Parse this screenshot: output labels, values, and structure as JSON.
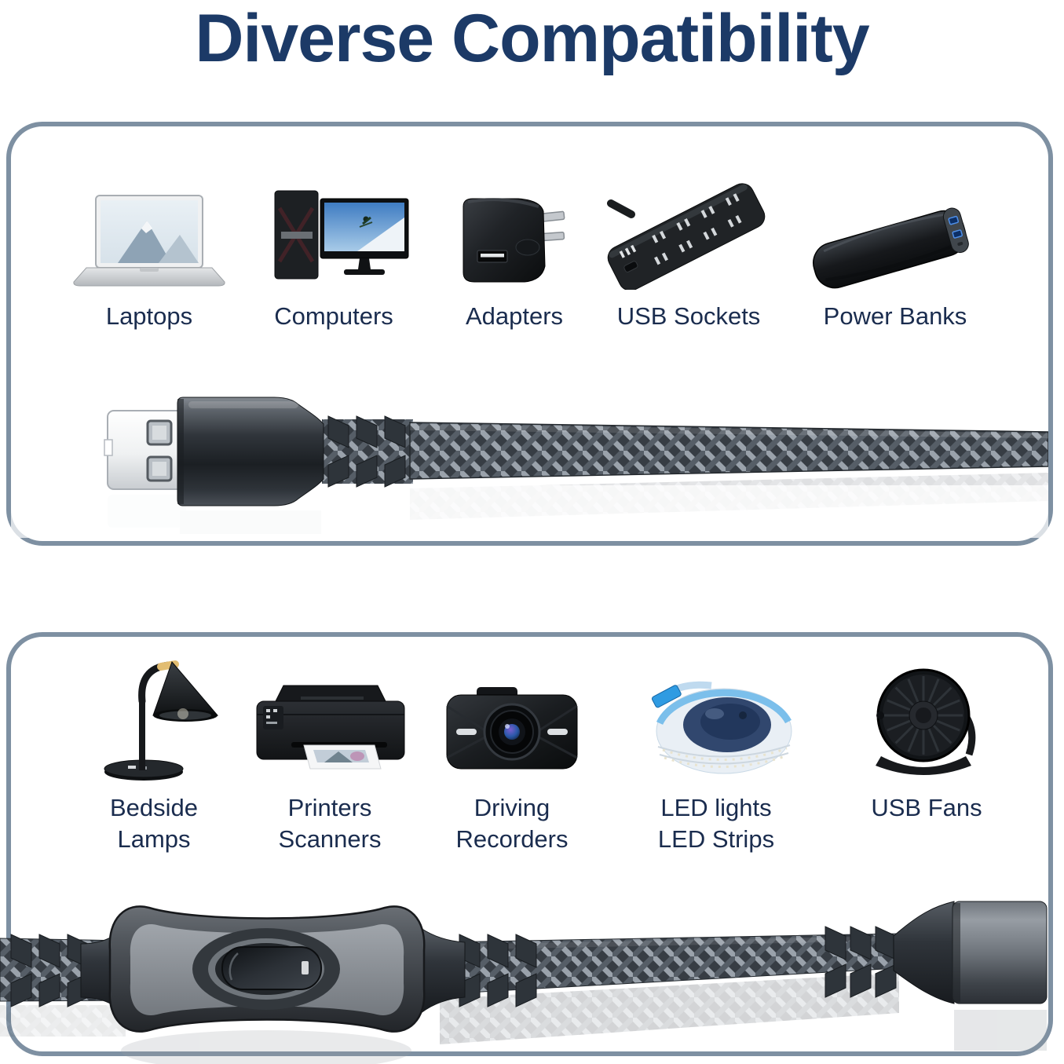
{
  "title": "Diverse Compatibility",
  "colors": {
    "title_text": "#1c3a67",
    "label_text": "#1a2c4e",
    "box_border": "#7e90a2",
    "background": "#ffffff",
    "cable_braid": "#555d66",
    "connector_metal": "#2f343a",
    "led_blue": "#2f9be2",
    "usb_port_blue": "#2a6fd6"
  },
  "box_top": {
    "cable": "usb-a-male-braided-cable",
    "items": [
      {
        "label": "Laptops",
        "icon": "laptop-icon"
      },
      {
        "label": "Computers",
        "icon": "desktop-computer-icon"
      },
      {
        "label": "Adapters",
        "icon": "usb-adapter-icon"
      },
      {
        "label": "USB Sockets",
        "icon": "usb-socket-icon"
      },
      {
        "label": "Power Banks",
        "icon": "power-bank-icon"
      }
    ]
  },
  "box_bottom": {
    "cable": "inline-switch-extension-cable-with-usb-a-female",
    "items": [
      {
        "label_line1": "Bedside",
        "label_line2": "Lamps",
        "icon": "bedside-lamp-icon"
      },
      {
        "label_line1": "Printers",
        "label_line2": "Scanners",
        "icon": "printer-icon"
      },
      {
        "label_line1": "Driving",
        "label_line2": "Recorders",
        "icon": "driving-recorder-icon"
      },
      {
        "label_line1": "LED lights",
        "label_line2": "LED Strips",
        "icon": "led-strip-icon"
      },
      {
        "label_line1": "USB Fans",
        "label_line2": "",
        "icon": "usb-fan-icon"
      }
    ]
  }
}
